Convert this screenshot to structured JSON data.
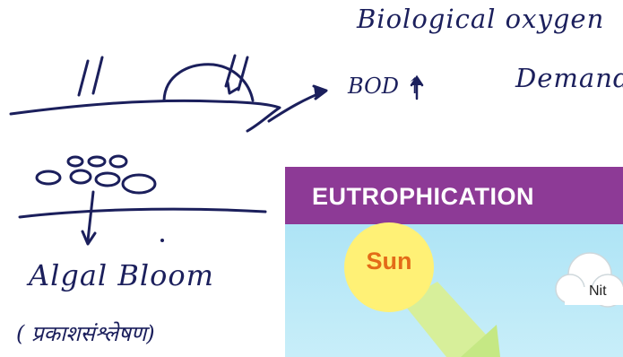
{
  "notes": {
    "title_line1": "Biological oxygen",
    "title_line2": "Demand",
    "bod": "BOD ↑",
    "algal_bloom": "Algal Bloom",
    "hindi": "( प्रकाशसंश्लेषण)"
  },
  "infographic": {
    "banner_title": "EUTROPHICATION",
    "sun_label": "Sun",
    "cloud_label": "Nit",
    "colors": {
      "banner": "#8d3a96",
      "sky": "#bfe8f6",
      "sun": "#fff176",
      "sun_text": "#e36b18",
      "ray": "#d7ef9a"
    }
  }
}
